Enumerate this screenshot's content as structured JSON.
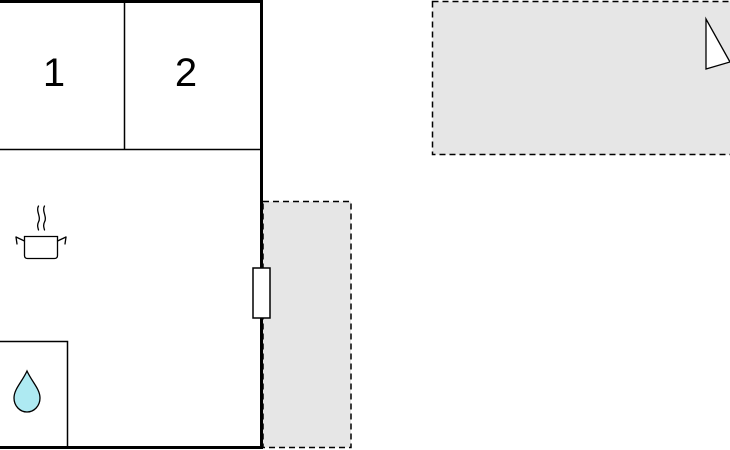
{
  "plan": {
    "rooms": [
      {
        "id": "room-1",
        "label": "1"
      },
      {
        "id": "room-2",
        "label": "2"
      }
    ],
    "icons": {
      "kitchen": "cooking-pot-icon",
      "bathroom": "water-drop-icon",
      "north": "north-arrow-icon"
    },
    "colors": {
      "wall": "#000000",
      "outdoor_area_fill": "#e6e6e6",
      "water_fill": "#aeeaf2",
      "background": "#ffffff"
    }
  }
}
